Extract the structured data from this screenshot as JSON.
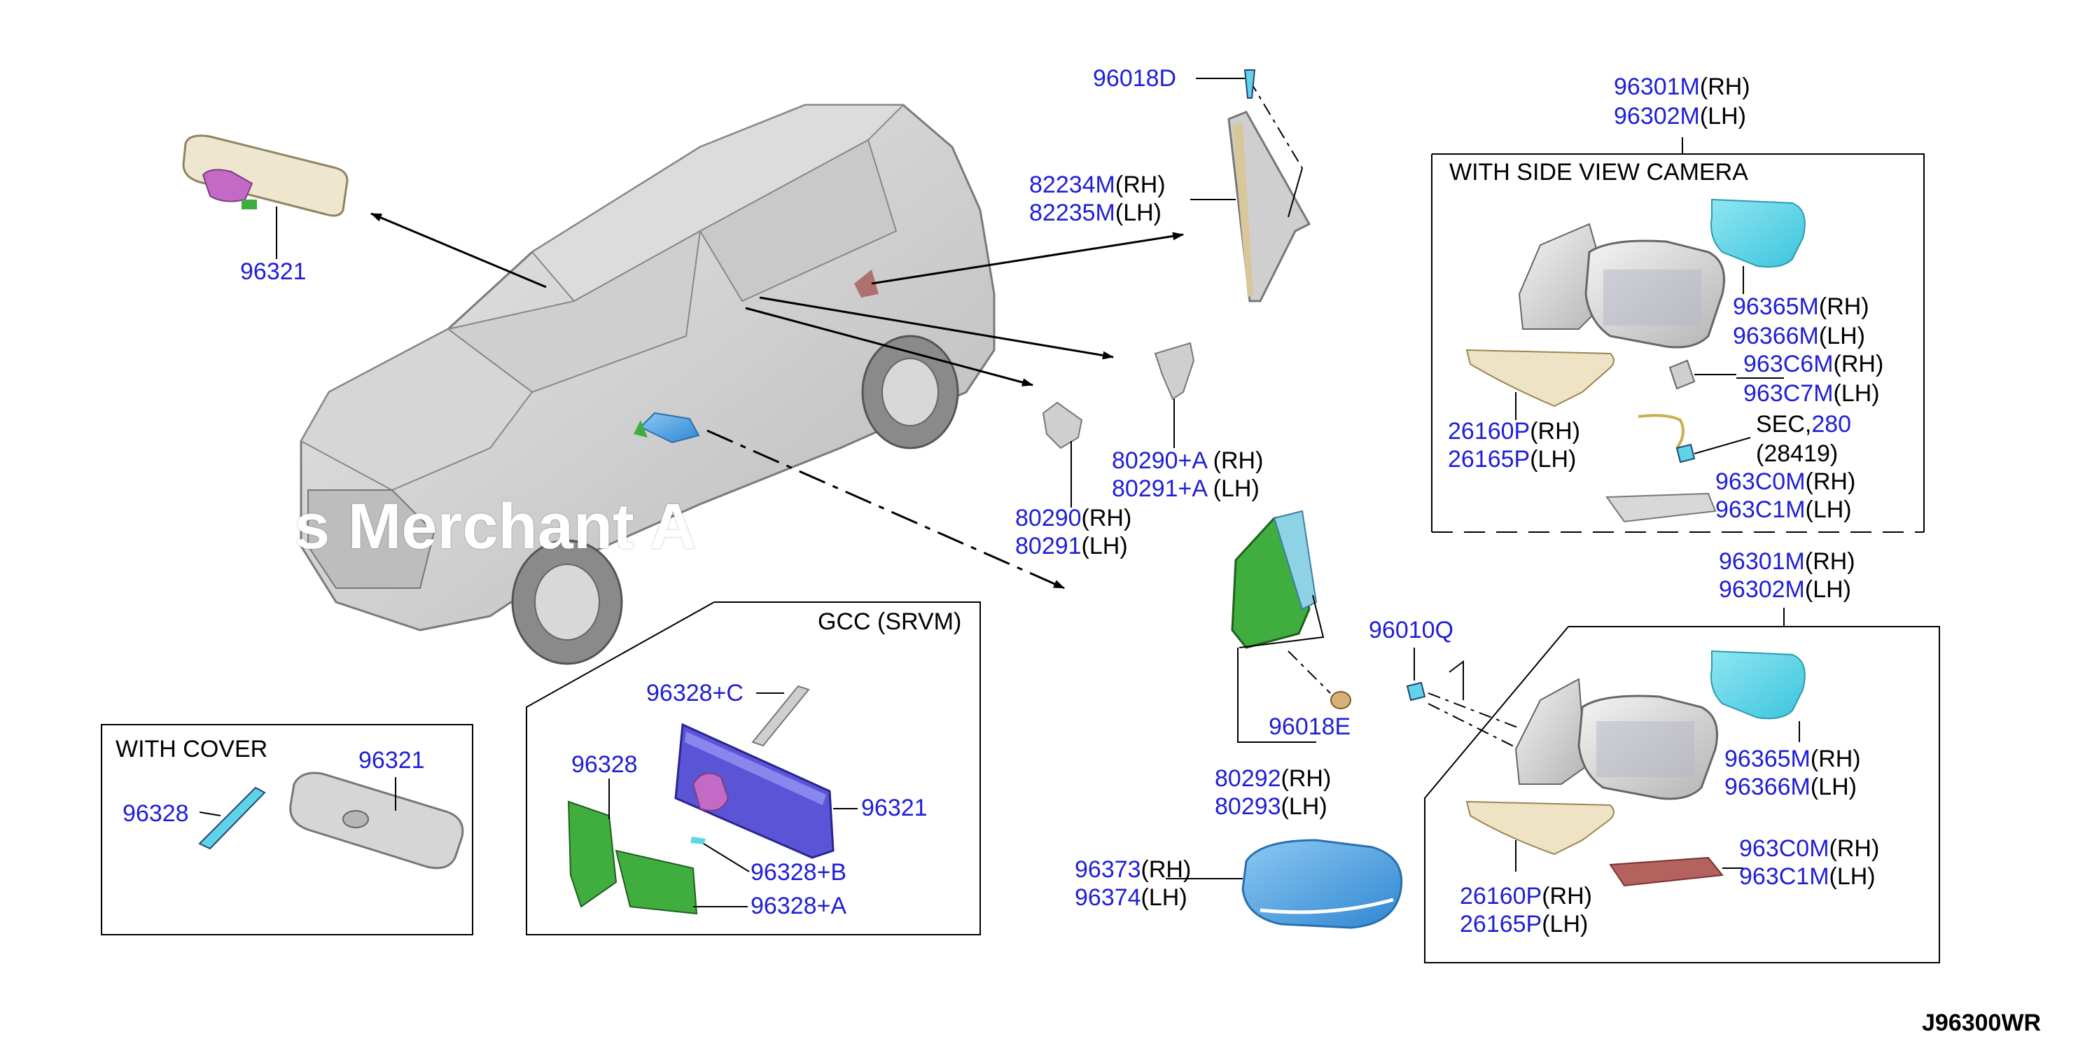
{
  "diagram_code": "J96300WR",
  "watermark": "s Merchant A",
  "colors": {
    "part_number": "#1f1fd6",
    "text": "#000000",
    "box_line": "#000000",
    "mirror_glass": "#5fd3e8",
    "cover_blue": "#4fa3e0",
    "bracket_green": "#3fae3f",
    "housing_violet": "#5a55d6"
  },
  "boxes": {
    "with_cover": "WITH COVER",
    "gcc_srvm": "GCC (SRVM)",
    "side_view_camera": "WITH SIDE VIEW CAMERA"
  },
  "callouts": {
    "p96321_a": {
      "pn": "96321"
    },
    "p96018d": {
      "pn": "96018D"
    },
    "p82234m": {
      "pn": "82234M",
      "side": "(RH)"
    },
    "p82235m": {
      "pn": "82235M",
      "side": "(LH)"
    },
    "p80290a": {
      "pn": "80290+A",
      "side": "(RH)"
    },
    "p80291a": {
      "pn": "80291+A",
      "side": "(LH)"
    },
    "p80290": {
      "pn": "80290",
      "side": "(RH)"
    },
    "p80291": {
      "pn": "80291",
      "side": "(LH)"
    },
    "p96301m_a": {
      "pn": "96301M",
      "side": "(RH)"
    },
    "p96302m_a": {
      "pn": "96302M",
      "side": "(LH)"
    },
    "p96365m_a": {
      "pn": "96365M",
      "side": "(RH)"
    },
    "p96366m_a": {
      "pn": "96366M",
      "side": "(LH)"
    },
    "p963c6m": {
      "pn": "963C6M",
      "side": "(RH)"
    },
    "p963c7m": {
      "pn": "963C7M",
      "side": "(LH)"
    },
    "p26160p_a": {
      "pn": "26160P",
      "side": "(RH)"
    },
    "p26165p_a": {
      "pn": "26165P",
      "side": "(LH)"
    },
    "sec": {
      "prefix": "SEC,",
      "pn": "280",
      "ref": "(28419)"
    },
    "p963c0m_a": {
      "pn": "963C0M",
      "side": "(RH)"
    },
    "p963c1m_a": {
      "pn": "963C1M",
      "side": "(LH)"
    },
    "p96301m_b": {
      "pn": "96301M",
      "side": "(RH)"
    },
    "p96302m_b": {
      "pn": "96302M",
      "side": "(LH)"
    },
    "p96010q": {
      "pn": "96010Q"
    },
    "p96018e": {
      "pn": "96018E"
    },
    "p80292": {
      "pn": "80292",
      "side": "(RH)"
    },
    "p80293": {
      "pn": "80293",
      "side": "(LH)"
    },
    "p96365m_b": {
      "pn": "96365M",
      "side": "(RH)"
    },
    "p96366m_b": {
      "pn": "96366M",
      "side": "(LH)"
    },
    "p963c0m_b": {
      "pn": "963C0M",
      "side": "(RH)"
    },
    "p963c1m_b": {
      "pn": "963C1M",
      "side": "(LH)"
    },
    "p26160p_b": {
      "pn": "26160P",
      "side": "(RH)"
    },
    "p26165p_b": {
      "pn": "26165P",
      "side": "(LH)"
    },
    "p96373": {
      "pn": "96373",
      "side": "(RH)"
    },
    "p96374": {
      "pn": "96374",
      "side": "(LH)"
    },
    "p96328c": {
      "pn": "96328+C"
    },
    "p96328_gcc": {
      "pn": "96328"
    },
    "p96321_gcc": {
      "pn": "96321"
    },
    "p96328b": {
      "pn": "96328+B"
    },
    "p96328a": {
      "pn": "96328+A"
    },
    "p96321_cover": {
      "pn": "96321"
    },
    "p96328_cover": {
      "pn": "96328"
    }
  }
}
